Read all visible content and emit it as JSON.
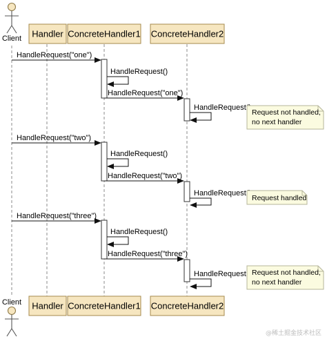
{
  "participants": {
    "client": "Client",
    "handler": "Handler",
    "concrete1": "ConcreteHandler1",
    "concrete2": "ConcreteHandler2"
  },
  "scenario_one": {
    "call": "HandleRequest(\"one\")",
    "self_call": "HandleRequest()",
    "forward": "HandleRequest(\"one\")",
    "self_call_2": "HandleRequest()",
    "note_line1": "Request not handled,",
    "note_line2": "no next handler"
  },
  "scenario_two": {
    "call": "HandleRequest(\"two\")",
    "self_call": "HandleRequest()",
    "forward": "HandleRequest(\"two\")",
    "self_call_2": "HandleRequest()",
    "note_line1": "Request handled"
  },
  "scenario_three": {
    "call": "HandleRequest(\"three\")",
    "self_call": "HandleRequest()",
    "forward": "HandleRequest(\"three\")",
    "self_call_2": "HandleRequest()",
    "note_line1": "Request not handled,",
    "note_line2": "no next handler"
  },
  "watermark": "@稀土掘金技术社区",
  "colors": {
    "participant_fill": "#f6e6c0",
    "participant_stroke": "#a58a4d",
    "note_fill": "#fbfbe0",
    "note_stroke": "#b5b59a",
    "lifeline": "#888888"
  }
}
